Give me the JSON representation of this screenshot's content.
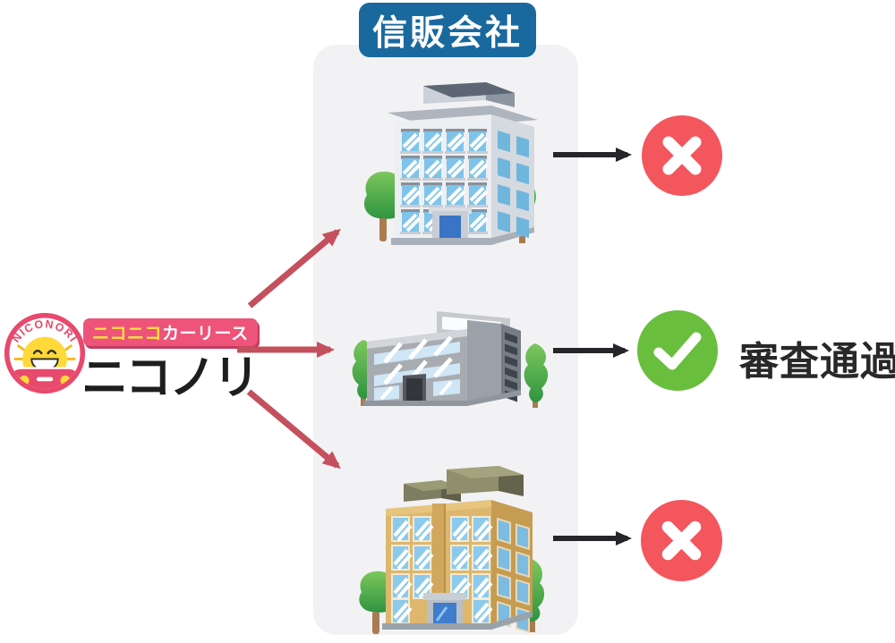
{
  "brand": {
    "ring_text": "NICONORI",
    "pill_highlight": "ニコニコ",
    "pill_rest": "カーリース",
    "name": "ニコノリ",
    "colors": {
      "pink": "#e8496d",
      "pill_bg": "#ee537a",
      "sun_yellow": "#ffd83a",
      "name_text": "#1e1e1f"
    }
  },
  "panel": {
    "title": "信販会社",
    "title_bg": "#1a699e",
    "bg": "#f2f2f4"
  },
  "companies": [
    {
      "id": "credit-company-1",
      "building_icon": "gray-highrise-building-icon",
      "result": "rejected",
      "result_icon": "cross-circle-icon",
      "result_color": "#f4565e"
    },
    {
      "id": "credit-company-2",
      "building_icon": "gray-office-building-icon",
      "result": "approved",
      "result_icon": "check-circle-icon",
      "result_color": "#69be3e",
      "result_label": "審査通過"
    },
    {
      "id": "credit-company-3",
      "building_icon": "tan-highrise-building-icon",
      "result": "rejected",
      "result_icon": "cross-circle-icon",
      "result_color": "#f4565e"
    }
  ],
  "arrows": {
    "lead_color": "#c4505e",
    "result_color": "#26262a"
  }
}
